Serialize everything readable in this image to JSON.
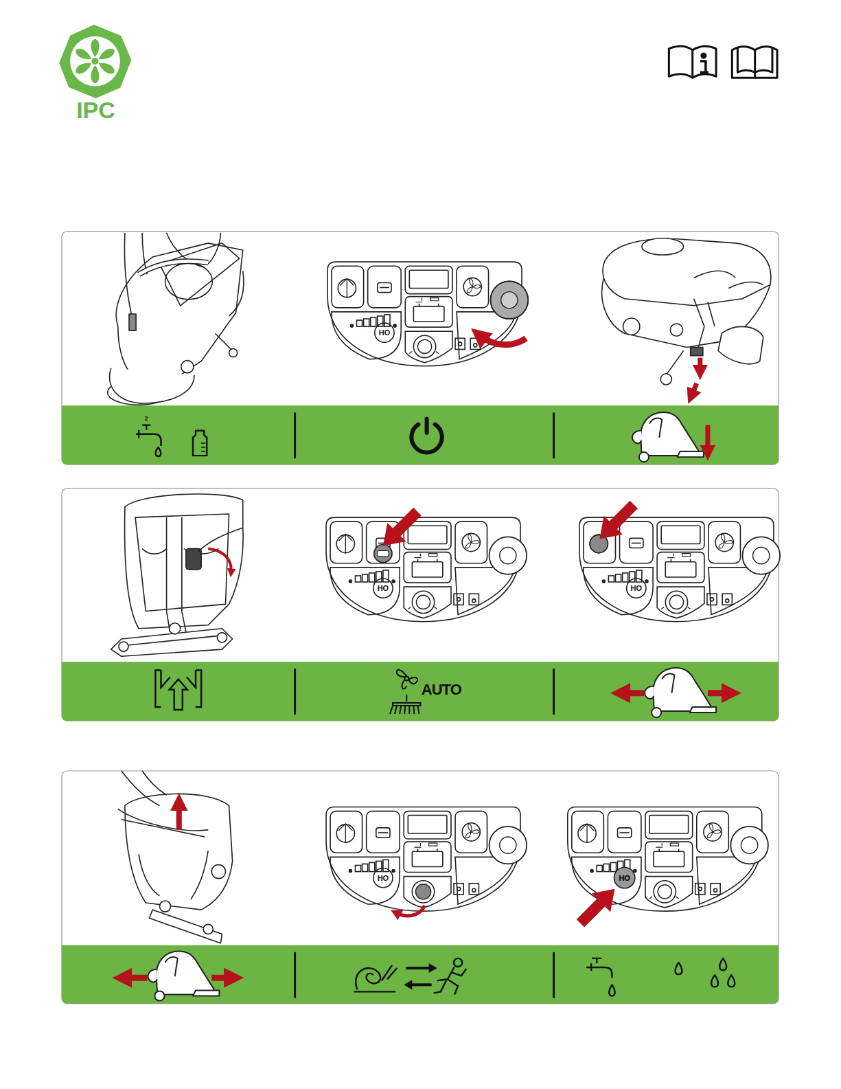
{
  "diagram": {
    "labels": [
      "IPC",
      "2",
      "AUTO",
      "HO",
      "HO",
      "HO",
      "HO",
      "HO",
      "HO"
    ]
  }
}
